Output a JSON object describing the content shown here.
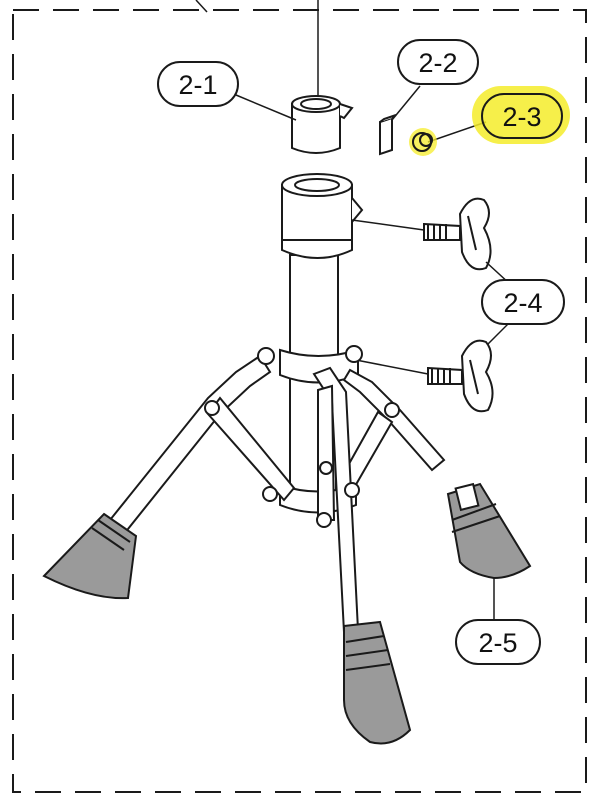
{
  "callouts": [
    {
      "id": "c1",
      "label": "2-1",
      "highlighted": false
    },
    {
      "id": "c2",
      "label": "2-2",
      "highlighted": false
    },
    {
      "id": "c3",
      "label": "2-3",
      "highlighted": true
    },
    {
      "id": "c4",
      "label": "2-4",
      "highlighted": false
    },
    {
      "id": "c5",
      "label": "2-5",
      "highlighted": false
    }
  ],
  "colors": {
    "line": "#1a1a1a",
    "rubber": "#9a9a9a",
    "highlight": "#f5ec2a",
    "background": "#ffffff"
  }
}
